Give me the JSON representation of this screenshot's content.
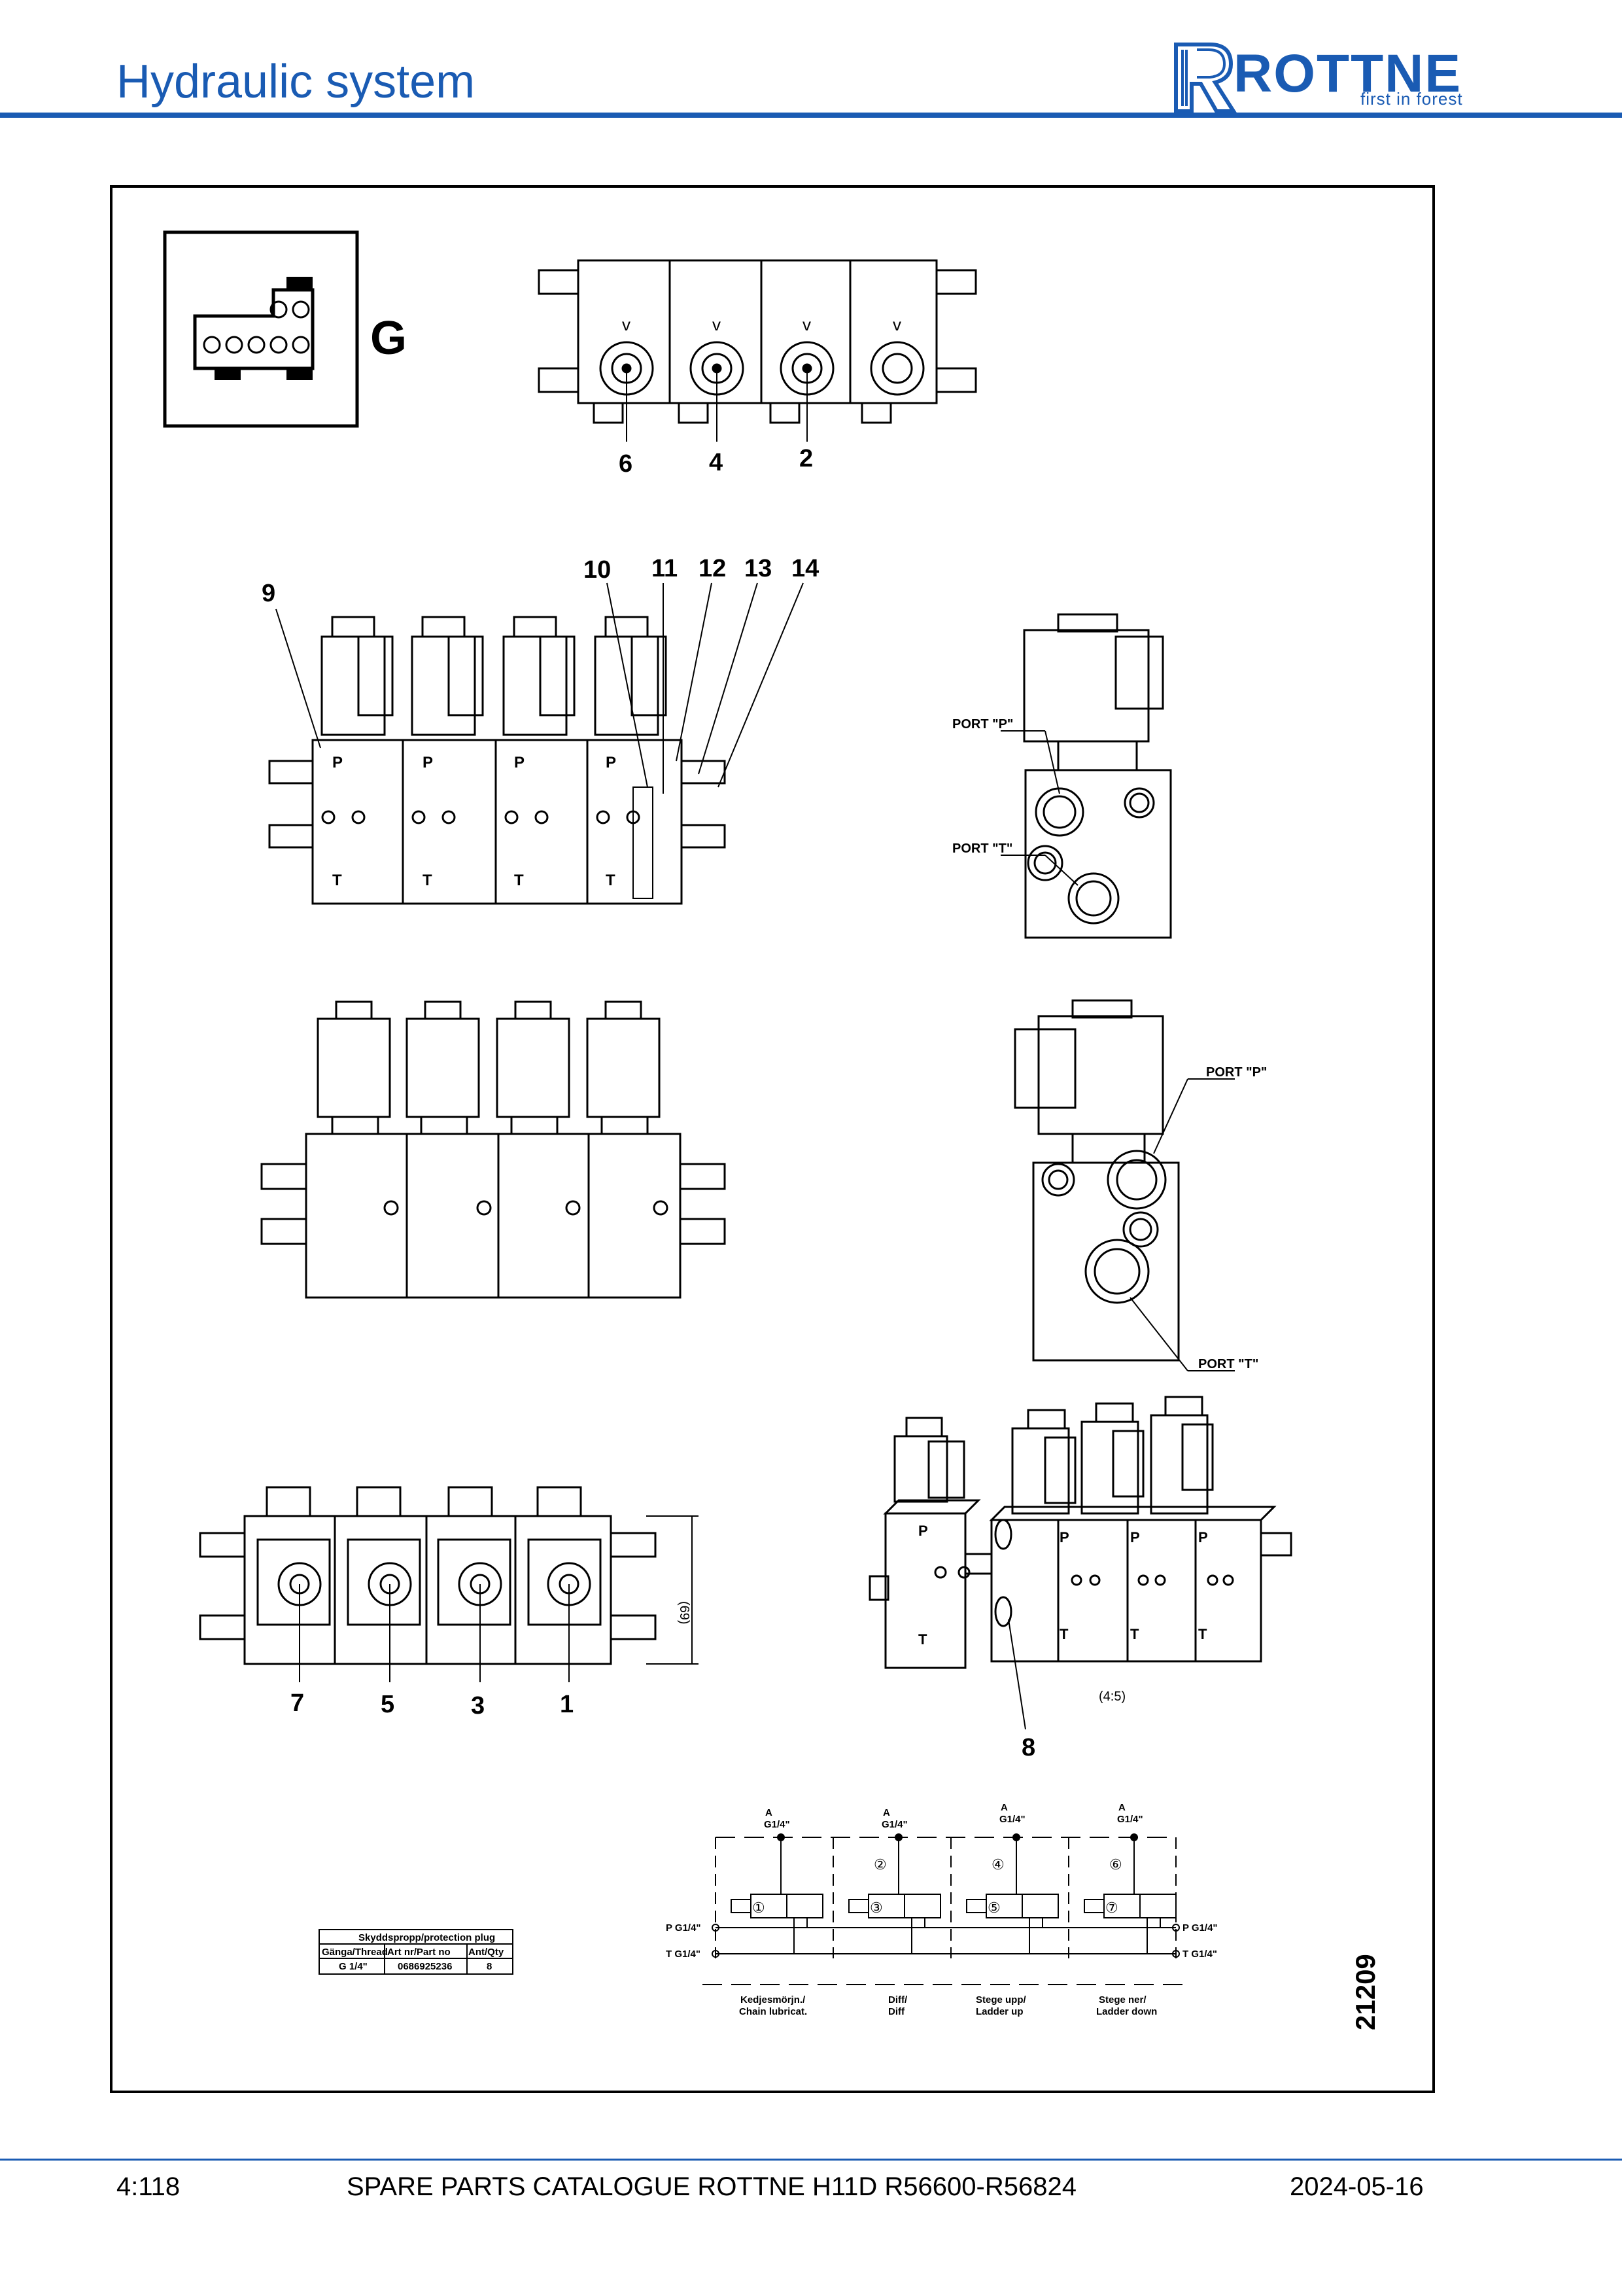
{
  "header": {
    "title": "Hydraulic system",
    "logo_word": "ROTTNE",
    "logo_tagline": "first in forest"
  },
  "connector": {
    "label": "G"
  },
  "callouts": {
    "top_view": [
      "6",
      "4",
      "2"
    ],
    "front_view": [
      "9",
      "10",
      "11",
      "12",
      "13",
      "14"
    ],
    "bottom_view": [
      "7",
      "5",
      "3",
      "1"
    ],
    "iso_view": [
      "8"
    ]
  },
  "ports": {
    "p_label": "PORT \"P\"",
    "t_label": "PORT \"T\"",
    "p": "P",
    "t": "T",
    "arrow": "v"
  },
  "dimension_label": "(69)",
  "scale_note": "(4:5)",
  "protection_table": {
    "title": "Skyddspropp/protection plug",
    "headers": [
      "Gänga/Thread",
      "Art nr/Part no",
      "Ant/Qty"
    ],
    "row": [
      "G 1/4\"",
      "0686925236",
      "8"
    ]
  },
  "schematic": {
    "a_label": "A",
    "port_size": "G1/4\"",
    "p_line": "P G1/4\"",
    "t_line": "T G1/4\"",
    "valve_numbers": [
      "①",
      "③",
      "⑤",
      "⑦"
    ],
    "check_numbers": [
      "②",
      "④",
      "⑥"
    ],
    "functions": [
      [
        "Kedjesmörjn./",
        "Chain lubricat."
      ],
      [
        "Diff/",
        "Diff"
      ],
      [
        "Stege upp/",
        "Ladder up"
      ],
      [
        "Stege ner/",
        "Ladder down"
      ]
    ]
  },
  "drawing_number": "21209",
  "footer": {
    "page": "4:118",
    "catalogue": "SPARE PARTS CATALOGUE ROTTNE H11D R56600-R56824",
    "date": "2024-05-16"
  }
}
